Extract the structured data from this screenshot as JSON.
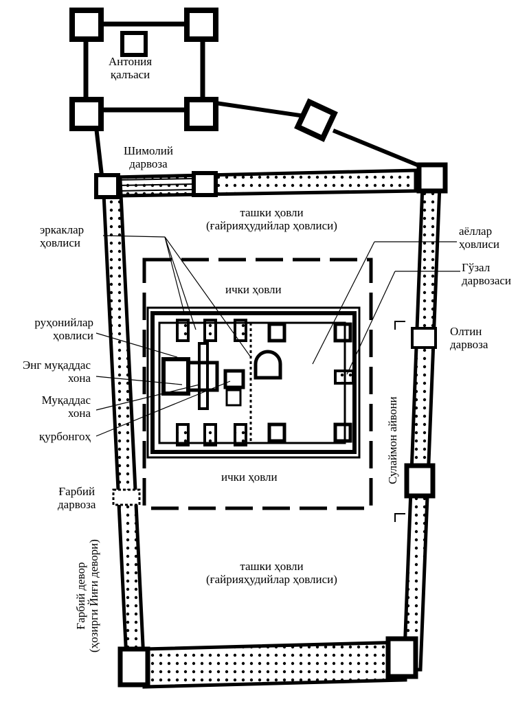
{
  "labels": {
    "antonia": [
      "Антония",
      "қалъаси"
    ],
    "north_gate": [
      "Шимолий",
      "дарвоза"
    ],
    "outer_court_top": [
      "ташки ҳовли",
      "(ғайрияҳудийлар ҳовлиси)"
    ],
    "mens_court": [
      "эркаклар",
      "ҳовлиси"
    ],
    "womens_court": [
      "аёллар",
      "ҳовлиси"
    ],
    "beautiful_gate": [
      "Гўзал",
      "дарвозаси"
    ],
    "inner_court_top": "ички ҳовли",
    "priests_court": [
      "руҳонийлар",
      "ҳовлиси"
    ],
    "golden_gate": [
      "Олтин",
      "дарвоза"
    ],
    "holy_of_holies": [
      "Энг муқаддас",
      "хона"
    ],
    "holy_place": [
      "Муқаддас",
      "хона"
    ],
    "altar": "қурбонгоҳ",
    "solomons_porch": "Сулаймон айвони",
    "inner_court_bottom": "ички ҳовли",
    "west_gate": [
      "Ғарбий",
      "дарвоза"
    ],
    "outer_court_bottom": [
      "ташки ҳовли",
      "(ғайрияҳудийлар ҳовлиси)"
    ],
    "western_wall": [
      "Ғарбий девор",
      "(ҳозирги Йиғи девори)"
    ]
  }
}
